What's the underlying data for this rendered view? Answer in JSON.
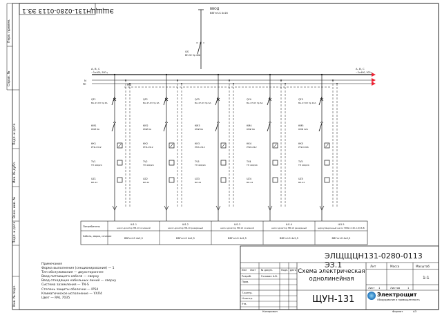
{
  "stamp": {
    "code": "ЭЩЩЦН131-0280-0113 ЭЗ.1"
  },
  "input": {
    "label": "ВВОД",
    "cable": "ВВГнгLS 4х16",
    "breaker_ref": "QS",
    "breaker_spec": "ВН-32 3р 40А"
  },
  "bus": {
    "left_label": "A, B, C",
    "left_sub": "~3×400, 50Гц",
    "right_label": "A, B, C",
    "right_sub": "~3×400, 50Гц",
    "n_label": "N",
    "pe_label": "PE",
    "pe_bus_label": "PE1"
  },
  "feeders": [
    {
      "qf": "QF1",
      "qf_spec": "ВА-47-63 3р 6А",
      "km": "КМ1",
      "km_spec": "КМИ 9А",
      "kk": "КК1",
      "kk_spec": "РТИ-1312",
      "tv": "TV1",
      "tv_spec": "ТП 400/24",
      "rd": "UZ1",
      "rd_spec": "ВЛ-24"
    },
    {
      "qf": "QF2",
      "qf_spec": "ВА-47-63 3р 6А",
      "km": "КМ2",
      "km_spec": "КМИ 9А",
      "kk": "КК2",
      "kk_spec": "РТИ-1312",
      "tv": "TV2",
      "tv_spec": "ТП 400/24",
      "rd": "UZ2",
      "rd_spec": "ВЛ-24"
    },
    {
      "qf": "QF3",
      "qf_spec": "ВА-47-63 3р 6А",
      "km": "КМ3",
      "km_spec": "КМИ 9А",
      "kk": "КК3",
      "kk_spec": "РТИ-1312",
      "tv": "TV3",
      "tv_spec": "ТП 400/24",
      "rd": "UZ3",
      "rd_spec": "ВЛ-24"
    },
    {
      "qf": "QF4",
      "qf_spec": "ВА-47-63 3р 6А",
      "km": "КМ4",
      "km_spec": "КМИ 9А",
      "kk": "КК4",
      "kk_spec": "РТИ-1312",
      "tv": "TV4",
      "tv_spec": "ТП 400/24",
      "rd": "UZ4",
      "rd_spec": "ВЛ-24"
    },
    {
      "qf": "QF5",
      "qf_spec": "ВА-47-63 3р 10А",
      "km": "КМ5",
      "km_spec": "КМИ 12А",
      "kk": "КК5",
      "kk_spec": "РТИ-1316",
      "tv": "TV5",
      "tv_spec": "ТП 400/24",
      "rd": "UZ5",
      "rd_spec": "ВЛ-24"
    }
  ],
  "table": {
    "row1_header": "Потребитель",
    "row2_header": "Кабель, марка, сечение",
    "consumers": [
      {
        "id": "Ш1.1",
        "name": "насос-дозатор НВ-10 основной"
      },
      {
        "id": "Ш1.2",
        "name": "насос-дозатор НВ-10 резервный"
      },
      {
        "id": "Ш1.3",
        "name": "насос-дозатор НВ-10 основной"
      },
      {
        "id": "Ш1.4",
        "name": "насос-дозатор НВ-10 резервный"
      },
      {
        "id": "Ш1.5",
        "name": "циркуляционный насос НМШ 2-40-1,6/16-Б"
      }
    ],
    "cables": [
      "ВВГнгLS 4х2,5",
      "ВВГнгLS 4х2,5",
      "ВВГнгLS 4х2,5",
      "ВВГнгLS 4х2,5",
      "ВВГнгLS 4х2,5"
    ]
  },
  "notes": {
    "heading": "Примечания",
    "lines": [
      "Форма выполнения (секционирования) — 1",
      "Тип обслуживания — двухстороннее",
      "Ввод питающего кабеля — сверху",
      "Ввод отходящих кабельных линий — сверху",
      "Система заземления — TN-S",
      "Степень защиты оболочки — IP54",
      "Климатическое исполнение — УХЛ4",
      "Цвет — RAL 7035"
    ]
  },
  "title_block": {
    "doc_code": "ЭЛЩЩЦН131-0280-0113 ЭЗ.1",
    "scheme_name": "Схема электрическая однолинейная",
    "device": "ЩУН-131",
    "col_lit": "Лит",
    "col_mass": "Масса",
    "col_scale": "Масштаб",
    "scale": "1:1",
    "sheet_label": "Лист",
    "sheet_no": "1",
    "sheets_label": "Листов",
    "sheets_no": "1",
    "roles": [
      "Изм",
      "Лист",
      "№ докум.",
      "Подп.",
      "Дата",
      "Разраб.",
      "Пров.",
      "Т.контр.",
      "Н.контр.",
      "Утв."
    ],
    "developer": "Головин А.В.",
    "copied": "Копировал",
    "format_label": "Формат",
    "format": "А3"
  },
  "logo": {
    "name": "Электрощит",
    "sub": "Оборудование и промыщленность"
  },
  "left_margin": {
    "labels": [
      "Перв. примен.",
      "Справ. №",
      "Подп. и дата",
      "Инв. № дубл.",
      "Взам. инв. №",
      "Подп. и дата",
      "Инв. № подл."
    ]
  }
}
